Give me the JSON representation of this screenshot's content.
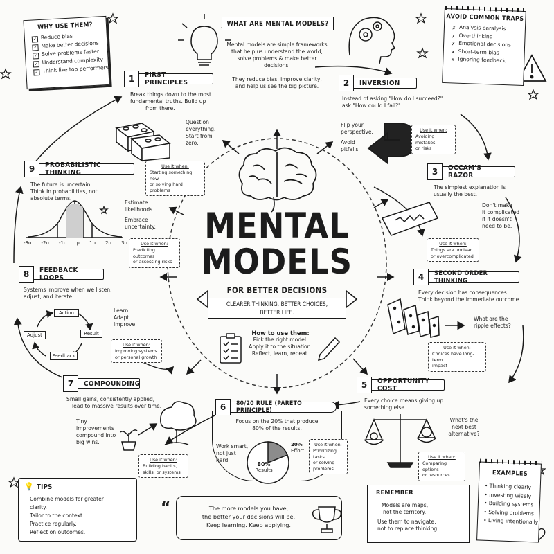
{
  "center": {
    "title_line1": "MENTAL",
    "title_line2": "MODELS",
    "subtitle": "FOR BETTER DECISIONS",
    "tagline_line1": "CLEARER THINKING, BETTER CHOICES,",
    "tagline_line2": "BETTER LIFE.",
    "how_title": "How to use them:",
    "how_lines": [
      "Pick the right model.",
      "Apply it to the situation.",
      "Reflect, learn, repeat."
    ]
  },
  "what": {
    "title": "WHAT ARE MENTAL MODELS?",
    "lines": [
      "Mental models are simple frameworks",
      "that help us understand the world,",
      "solve problems & make better",
      "decisions."
    ],
    "lines2": [
      "They reduce bias, improve clarity,",
      "and help us see the big picture."
    ]
  },
  "why": {
    "title": "WHY USE THEM?",
    "items": [
      "Reduce bias",
      "Make better decisions",
      "Solve problems faster",
      "Understand complexity",
      "Think like top performers"
    ]
  },
  "traps": {
    "title": "AVOID COMMON TRAPS",
    "items": [
      "Analysis paralysis",
      "Overthinking",
      "Emotional decisions",
      "Short-term bias",
      "Ignoring feedback"
    ]
  },
  "use_label": "Use it when:",
  "models": {
    "m1": {
      "num": "1",
      "title": "FIRST PRINCIPLES",
      "desc": [
        "Break things down to the most",
        "fundamental truths. Build up",
        "from there."
      ],
      "side": [
        "Question",
        "everything.",
        "Start from",
        "zero."
      ],
      "use": [
        "Starting something new",
        "or solving hard problems"
      ]
    },
    "m2": {
      "num": "2",
      "title": "INVERSION",
      "desc": [
        "Instead of asking \"How do I succeed?\"",
        "ask \"How could I fail?\""
      ],
      "side": [
        "Flip your",
        "perspective.",
        "Avoid",
        "pitfalls."
      ],
      "use": [
        "Avoiding mistakes",
        "or risks"
      ]
    },
    "m3": {
      "num": "3",
      "title": "OCCAM'S RAZOR",
      "desc": [
        "The simplest explanation is",
        "usually the best."
      ],
      "side": [
        "Don't make",
        "it complicated",
        "if it doesn't",
        "need to be."
      ],
      "use": [
        "Things are unclear",
        "or overcomplicated"
      ]
    },
    "m4": {
      "num": "4",
      "title": "SECOND ORDER THINKING",
      "desc": [
        "Every decision has consequences.",
        "Think beyond the immediate outcome."
      ],
      "side": [
        "What are the",
        "ripple effects?"
      ],
      "use": [
        "Choices have long-term",
        "impact"
      ]
    },
    "m5": {
      "num": "5",
      "title": "OPPORTUNITY COST",
      "desc": [
        "Every choice means giving up",
        "something else."
      ],
      "side": [
        "What's the",
        "next best",
        "alternative?"
      ],
      "use": [
        "Comparing options",
        "or resources"
      ]
    },
    "m6": {
      "num": "6",
      "title": "80/20 RULE (PARETO PRINCIPLE)",
      "desc": [
        "Focus on the 20% that produce",
        "80% of the results."
      ],
      "side": [
        "Work smart,",
        "not just",
        "hard."
      ],
      "use": [
        "Prioritizing tasks",
        "or solving",
        "problems"
      ],
      "pie_small": "20%",
      "pie_small_label": "Effort",
      "pie_big": "80%",
      "pie_big_label": "Results"
    },
    "m7": {
      "num": "7",
      "title": "COMPOUNDING",
      "desc": [
        "Small gains, consistently applied,",
        "lead to massive results over time."
      ],
      "side": [
        "Tiny",
        "improvements",
        "compound into",
        "big wins."
      ],
      "use": [
        "Building habits,",
        "skills, or systems"
      ]
    },
    "m8": {
      "num": "8",
      "title": "FEEDBACK LOOPS",
      "desc": [
        "Systems improve when we listen,",
        "adjust, and iterate."
      ],
      "side": [
        "Learn.",
        "Adapt.",
        "Improve."
      ],
      "use": [
        "Improving systems",
        "or personal growth"
      ],
      "loop": [
        "Action",
        "Result",
        "Feedback",
        "Adjust"
      ]
    },
    "m9": {
      "num": "9",
      "title": "PROBABILISTIC THINKING",
      "desc": [
        "The future is uncertain.",
        "Think in probabilities, not",
        "absolute terms."
      ],
      "side": [
        "Estimate",
        "likelihoods.",
        "Embrace",
        "uncertainty."
      ],
      "use": [
        "Predicting outcomes",
        "or assessing risks"
      ],
      "axis": [
        "-3σ",
        "-2σ",
        "-1σ",
        "μ",
        "1σ",
        "2σ",
        "3σ"
      ]
    }
  },
  "tips": {
    "title": "TIPS",
    "items": [
      "Combine models for greater clarity.",
      "Tailor to the context.",
      "Practice regularly.",
      "Reflect on outcomes."
    ]
  },
  "quote": {
    "lines": [
      "The more models you have,",
      "the better your decisions will be.",
      "Keep learning. Keep applying."
    ]
  },
  "remember": {
    "title": "REMEMBER",
    "lines": [
      "Models are maps,",
      "not the territory.",
      "Use them to navigate,",
      "not to replace thinking."
    ]
  },
  "examples": {
    "title": "EXAMPLES",
    "items": [
      "Thinking clearly",
      "Investing wisely",
      "Building systems",
      "Solving problems",
      "Living intentionally"
    ]
  }
}
